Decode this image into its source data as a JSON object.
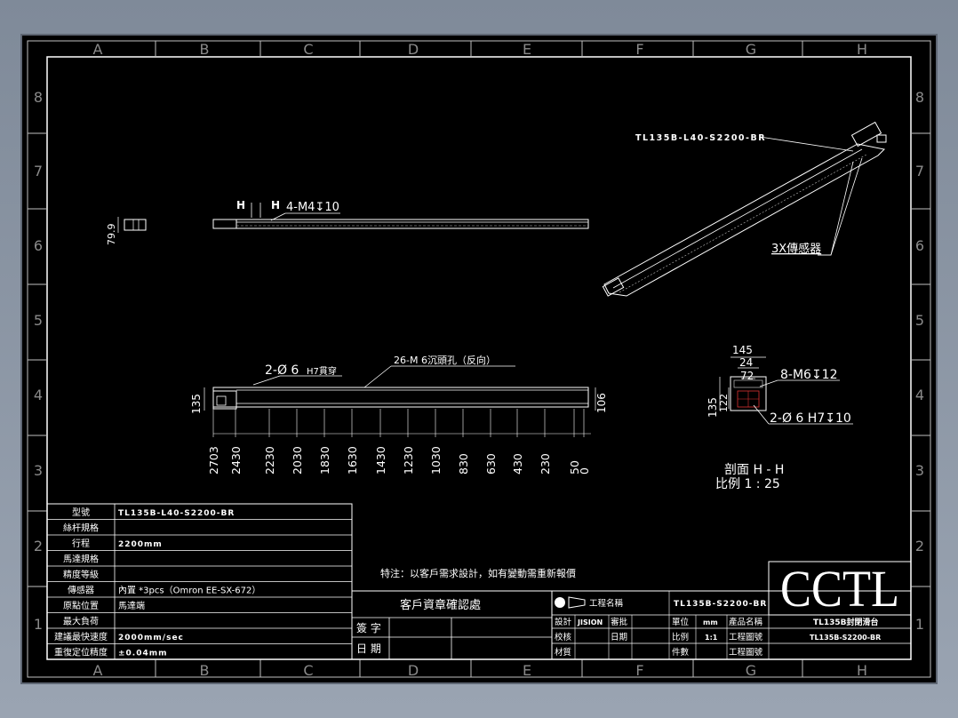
{
  "border": {
    "columns": [
      "A",
      "B",
      "C",
      "D",
      "E",
      "F",
      "G",
      "H"
    ],
    "rows": [
      "8",
      "7",
      "6",
      "5",
      "4",
      "3",
      "2",
      "1"
    ]
  },
  "iso_view": {
    "part_label": "TL135B-L40-S2200-BR",
    "sensor_label": "3X傳感器"
  },
  "top_view": {
    "height_dim": "79.9",
    "tap_label": "4-M4↧10",
    "section_mark": "H",
    "section_mark_2": "H"
  },
  "front_view": {
    "height_dim": "135",
    "right_dim": "106",
    "pin_hole_label": "2-Ø 6",
    "pin_hole_suffix": "H7貫穿",
    "cb_hole_label": "26-M 6沉頭孔（反向）",
    "positions": [
      "2703",
      "2430",
      "2230",
      "2030",
      "1830",
      "1630",
      "1430",
      "1230",
      "1030",
      "830",
      "630",
      "430",
      "230",
      "50",
      "0"
    ]
  },
  "section_view": {
    "dim_145": "145",
    "dim_24": "24",
    "dim_72": "72",
    "dim_135": "135",
    "dim_122": "122",
    "tap_label": "8-M6↧12",
    "pin_label": "2-Ø 6  H7↧10",
    "title": "剖面  H - H",
    "scale": "比例  1 : 25"
  },
  "spec_table": [
    {
      "label": "型號",
      "value": "TL135B-L40-S2200-BR"
    },
    {
      "label": "絲杆規格",
      "value": ""
    },
    {
      "label": "行程",
      "value": "2200mm"
    },
    {
      "label": "馬達規格",
      "value": ""
    },
    {
      "label": "精度等級",
      "value": ""
    },
    {
      "label": "傳感器",
      "value": "內置 *3pcs（Omron EE-SX-672）"
    },
    {
      "label": "原點位置",
      "value": "馬達端"
    },
    {
      "label": "最大負荷",
      "value": ""
    },
    {
      "label": "建議最快速度",
      "value": "2000mm/sec"
    },
    {
      "label": "重復定位精度",
      "value": "±0.04mm"
    }
  ],
  "note": "特注：以客戶需求設計，如有變動需重新報價",
  "confirm": {
    "title": "客戶資章確認處",
    "sign_label": "簽 字",
    "date_label": "日 期"
  },
  "title_block": {
    "projection": "工程名稱",
    "project_no": "TL135B-S2200-BR",
    "design_label": "設計",
    "design_value": "JISION",
    "approve_label": "審批",
    "unit_label": "單位",
    "unit_value": "mm",
    "name_label": "產品名稱",
    "name_value": "TL135B封閉滑台",
    "check_label": "校核",
    "date_label": "日期",
    "scale_label": "比例",
    "scale_value": "1:1",
    "drawing_label": "工程圖號",
    "drawing_value": "TL135B-S2200-BR",
    "material_label": "材質",
    "qty_label": "件數",
    "sheet_label": "工程圖號",
    "logo": "CCTL"
  }
}
